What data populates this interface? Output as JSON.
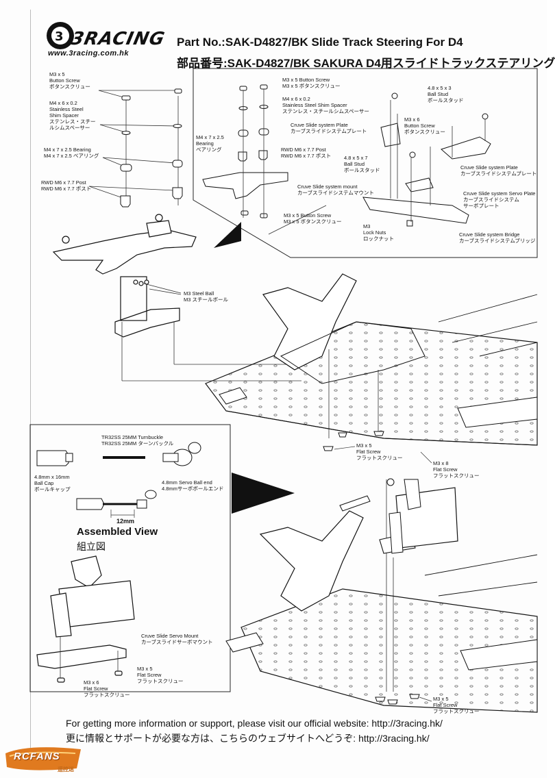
{
  "brand": {
    "logo_text": "3RACING",
    "url": "www.3racing.com.hk"
  },
  "title": {
    "en": "Part No.:SAK-D4827/BK  Slide Track Steering For D4",
    "jp": "部品番号:SAK-D4827/BK  SAKURA D4用スライドトラックステアリング"
  },
  "left_exploded": {
    "button_screw": [
      "M3 x 5",
      "Button Screw",
      "ボタンスクリュー"
    ],
    "shim_spacer": [
      "M4 x 6 x 0.2",
      "Stainless Steel",
      "Shim Spacer",
      "ステンレス・スチー",
      "ルシムスペーサー"
    ],
    "bearing": [
      "M4 x 7 x 2.5 Bearing",
      "M4 x 7 x 2.5 ベアリング"
    ],
    "post": [
      "RWD M6 x 7.7 Post",
      "RWD M6 x 7.7 ポスト"
    ],
    "steel_ball": [
      "M3 Steel Ball",
      "M3 スチールボール"
    ]
  },
  "inset_top": {
    "button_screw_top": [
      "M3 x 5 Button Screw",
      "M3 x 5 ボタンスクリュー"
    ],
    "shim_spacer": [
      "M4 x 6 x 0.2",
      "Stainless Steel Shim Spacer",
      "ステンレス・スチールシムスペーサー"
    ],
    "plate_label": [
      "Cruve Slide system Plate",
      "カーブスライドシステムプレート"
    ],
    "bearing": [
      "M4 x 7 x 2.5",
      "Bearing",
      "ベアリング"
    ],
    "post": [
      "RWD M6 x 7.7 Post",
      "RWD M6 x 7.7 ポスト"
    ],
    "mount": [
      "Cruve Slide system mount",
      "カーブスライドシステムマウント"
    ],
    "button_screw_bottom": [
      "M3 x 5 Button Screw",
      "M3 x 5 ボタンスクリュー"
    ],
    "ball_stud_3": [
      "4.8 x 5 x 3",
      "Ball Stud",
      "ボールスタッド"
    ],
    "button_screw_6": [
      "M3 x 6",
      "Button Screw",
      "ボタンスクリュー"
    ],
    "ball_stud_7": [
      "4.8 x 5 x 7",
      "Ball Stud",
      "ボールスタッド"
    ],
    "plate_right": [
      "Cruve Slide system Plate",
      "カーブスライドシステムプレート"
    ],
    "servo_plate": [
      "Cruve Slide system Servo Plate",
      "カーブスライドシステム",
      "サーボプレート"
    ],
    "lock_nuts": [
      "M3",
      "Lock Nuts",
      "ロックナット"
    ],
    "bridge": [
      "Cruve Slide system Bridge",
      "カーブスライドシステムブリッジ"
    ]
  },
  "middle": {
    "flat_screw_5": [
      "M3 x 5",
      "Flat Screw",
      "フラットスクリュー"
    ],
    "flat_screw_8": [
      "M3 x 8",
      "Flat Screw",
      "フラットスクリュー"
    ]
  },
  "inset_bottom": {
    "turnbuckle": [
      "TR32SS  25MM Turnbuckle",
      "TR32SS  25MM ターンバックル"
    ],
    "ball_cap": [
      "4.8mm x 16mm",
      "Ball Cap",
      "ボールキャップ"
    ],
    "ball_end": [
      "4.8mm Servo Ball end",
      "4.8mmサーボボールエンド"
    ],
    "dimension": "12mm",
    "assembled_en": "Assembled View",
    "assembled_jp": "組立図"
  },
  "bottom_left": {
    "servo_mount": [
      "Cruve Slide Servo Mount",
      "カーブスライドサーボマウント"
    ],
    "flat_screw_5": [
      "M3 x 5",
      "Flat Screw",
      "フラットスクリュー"
    ],
    "flat_screw_6": [
      "M3 x 6",
      "Flat Screw",
      "フラットスクリュー"
    ]
  },
  "bottom_right": {
    "flat_screw_5": [
      "M3 x 5",
      "Flat Screw",
      "フラットスクリュー"
    ]
  },
  "footer": {
    "en": "For getting more information or support, please visit our official website: http://3racing.hk/",
    "jp": "更に情報とサポートが必要な方は、こちらのウェブサイトへどうぞ: http://3racing.hk/"
  },
  "watermark": {
    "text": "RCFANS",
    "sub": "遥控迷"
  }
}
